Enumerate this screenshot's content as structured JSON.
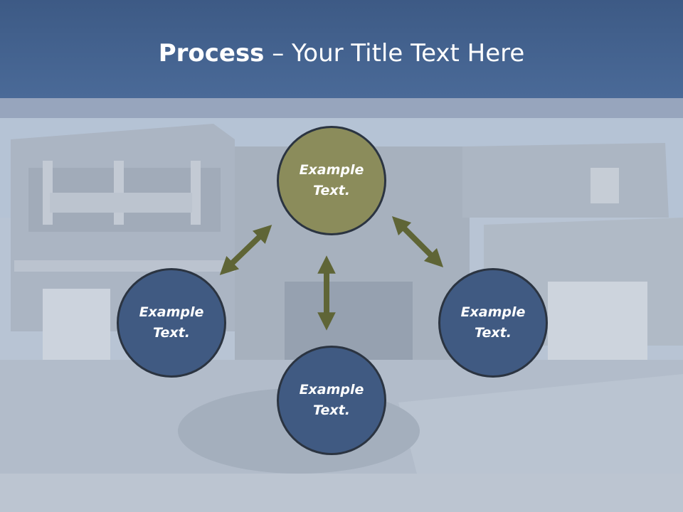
{
  "slide": {
    "title_bold": "Process",
    "title_rest": " – Your Title Text Here"
  },
  "diagram": {
    "nodes": [
      {
        "id": "top",
        "line1": "Example",
        "line2": "Text."
      },
      {
        "id": "left",
        "line1": "Example",
        "line2": "Text."
      },
      {
        "id": "bottom",
        "line1": "Example",
        "line2": "Text."
      },
      {
        "id": "right",
        "line1": "Example",
        "line2": "Text."
      }
    ]
  },
  "colors": {
    "header": "#4a6a98",
    "node_top": "#8b8c5b",
    "node_blue": "#405a82",
    "arrow": "#5f6536"
  }
}
